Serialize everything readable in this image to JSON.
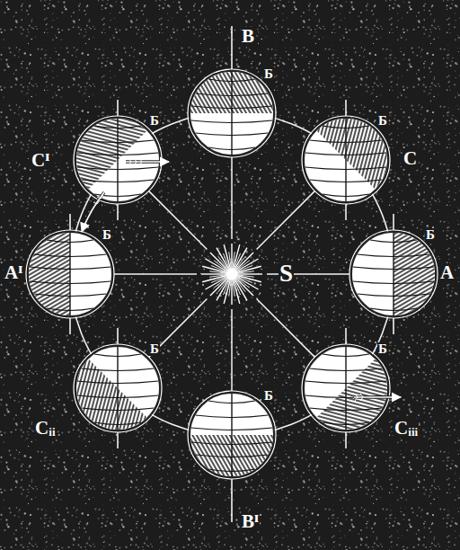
{
  "diagram": {
    "nodes": [
      {
        "text": [
          "Б"
        ]
      },
      {
        "text": [
          "Б"
        ]
      },
      {
        "text": [
          "Б"
        ]
      },
      {
        "text": [
          "Б"
        ]
      },
      {
        "text": [
          "S"
        ]
      },
      {
        "text": [
          "Б"
        ]
      },
      {
        "text": [
          "Б"
        ]
      },
      {
        "text": [
          "Б"
        ]
      },
      {
        "text": [
          "Б"
        ]
      }
    ],
    "edges": [
      {
        "from": 4,
        "to": 0,
        "arrow": "none"
      },
      {
        "from": 4,
        "to": 1,
        "arrow": "none"
      },
      {
        "from": 4,
        "to": 2,
        "arrow": "none"
      },
      {
        "from": 4,
        "to": 3,
        "arrow": "none"
      },
      {
        "from": 4,
        "to": 5,
        "arrow": "none"
      },
      {
        "from": 4,
        "to": 6,
        "arrow": "none"
      },
      {
        "from": 4,
        "to": 7,
        "arrow": "none"
      },
      {
        "from": 4,
        "to": 8,
        "arrow": "none"
      }
    ],
    "labels": [
      "B",
      "Cᴵ",
      "C",
      "Aᴵ",
      "A",
      "Cᵢᵢ",
      "Cᵢᵢᵢ",
      "Bᴵ"
    ]
  }
}
